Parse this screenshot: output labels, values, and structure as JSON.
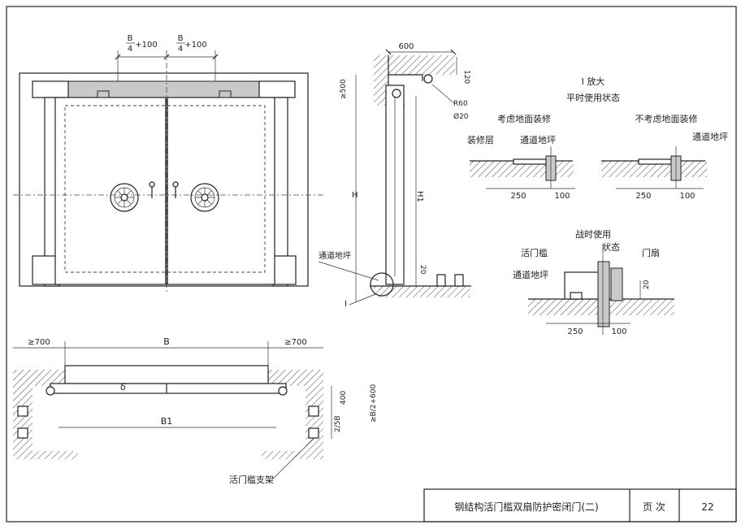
{
  "title_block": {
    "drawing_title": "钢结构活门槛双扇防护密闭门(二)",
    "page_label": "页 次",
    "page_number": "22"
  },
  "elevation": {
    "dim_left_top": "B",
    "dim_left_bottom": "4",
    "dim_left_suffix": "+100",
    "dim_right_top": "B",
    "dim_right_bottom": "4",
    "dim_right_suffix": "+100"
  },
  "section": {
    "dim_600": "600",
    "dim_120": "120",
    "dim_500": "≥500",
    "radius": "R60",
    "diameter": "Ø20",
    "label_H": "H",
    "label_H1": "H1",
    "dim_20": "20",
    "floor_label": "通道地坪",
    "detail_marker": "I"
  },
  "detail": {
    "title_line1": "I 放大",
    "title_line2": "平时使用状态",
    "left_caption": "考虑地面装修",
    "right_caption": "不考虑地面装修",
    "finish_layer": "装修层",
    "floor_left": "通道地坪",
    "floor_right": "通道地坪",
    "left_dim_250": "250",
    "left_dim_100": "100",
    "right_dim_250": "250",
    "right_dim_100": "100"
  },
  "wartime": {
    "title_line1": "战时使用",
    "title_line2": "状态",
    "sill_label": "活门槛",
    "leaf_label": "门扇",
    "floor_label": "通道地坪",
    "dim_20": "20",
    "dim_250": "250",
    "dim_100": "100"
  },
  "plan": {
    "dim_left_700": "≥700",
    "dim_B": "B",
    "dim_right_700": "≥700",
    "dim_delta": "δ",
    "dim_B1": "B1",
    "dim_400": "400",
    "dim_2_5B": "2/5B",
    "dim_B2_600": "≥B/2+600",
    "support_label": "活门槛支架"
  }
}
